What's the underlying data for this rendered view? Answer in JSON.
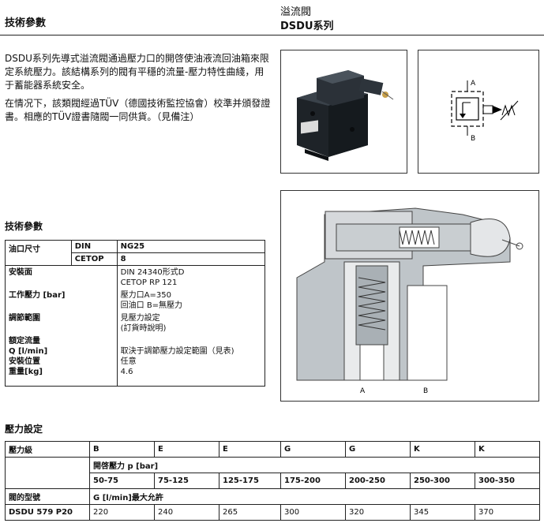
{
  "header": {
    "left_title": "技術參數",
    "right_line1": "溢流閥",
    "right_line2": "DSDU系列"
  },
  "intro": {
    "para1": "DSDU系列先導式溢流閥通過壓力口的開啓使油液流回油箱來限定系統壓力。該結構系列的閥有平穩的流量-壓力特性曲綫，用于蓄能器系統安全。",
    "para2": "在情况下，該類閥經過TÜV（德國技術監控協會）校準并頒發證書。相應的TÜV證書隨閥一同供貨。（見備注）"
  },
  "symbol": {
    "port_a": "A",
    "port_b": "B"
  },
  "section_view": {
    "port_a": "A",
    "port_b": "B"
  },
  "spec": {
    "title": "技術參數",
    "port_size_label": "油口尺寸",
    "din_label": "DIN",
    "din_value": "NG25",
    "cetop_label": "CETOP",
    "cetop_value": "8",
    "mounting_label": "安裝面",
    "mounting_value1": "DIN 24340形式D",
    "mounting_value2": "CETOP RP 121",
    "pressure_label": "工作壓力 [bar]",
    "pressure_value1": "壓力口A=350",
    "pressure_value2": "回油口 B=無壓力",
    "adjust_label": "調節範圍",
    "adjust_value1": "見壓力設定",
    "adjust_value2": "(訂貨時說明)",
    "flow_label1": "額定流量",
    "flow_label2": "Q [l/min]",
    "flow_value": "取決于調節壓力設定範圍（見表)",
    "install_label": "安裝位置",
    "install_value": "任意",
    "weight_label": "重量[kg]",
    "weight_value": "4.6"
  },
  "pressure": {
    "title": "壓力設定",
    "level_label": "壓力級",
    "levels": [
      "B",
      "E",
      "E",
      "G",
      "G",
      "K",
      "K"
    ],
    "opening_label": "開啓壓力 p [bar]",
    "ranges": [
      "50-75",
      "75-125",
      "125-175",
      "175-200",
      "200-250",
      "250-300",
      "300-350"
    ],
    "model_label": "閥的型號",
    "flow_label": "G [l/min]最大允許",
    "model_value": "DSDU   579 P20",
    "flows": [
      "220",
      "240",
      "265",
      "300",
      "320",
      "345",
      "370"
    ]
  }
}
